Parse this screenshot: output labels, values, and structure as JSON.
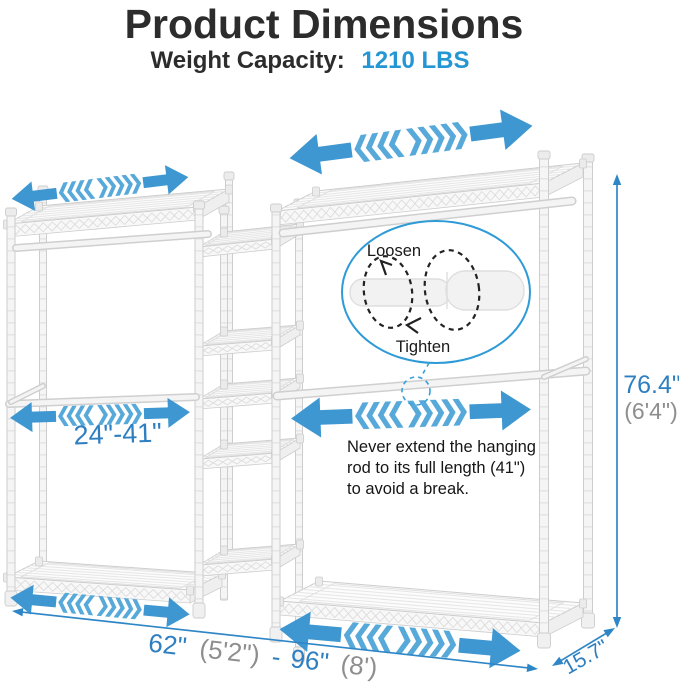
{
  "header": {
    "title": "Product Dimensions",
    "capacity_label": "Weight Capacity:",
    "capacity_value": "1210 LBS"
  },
  "callout": {
    "loosen": "Loosen",
    "tighten": "Tighten"
  },
  "note": {
    "line1": "Never extend the hanging",
    "line2": "rod to its full length (41\")",
    "line3": "to avoid a break."
  },
  "dimensions": {
    "rod_range": "24\"-41\"",
    "height": "76.4\"",
    "height_alt": "(6'4\")",
    "width_min": "62\"",
    "width_min_alt": "(5'2\")",
    "width_sep": "-",
    "width_max": "96\"",
    "width_max_alt": "(8')",
    "depth": "15.7\""
  },
  "icons": {
    "expand_arrow": "double-headed adjustable-width arrow with chevrons",
    "rotate_loops": "dashed rotation loops on telescoping rod",
    "dimension_arrow": "thin double-headed measurement arrow"
  },
  "colors": {
    "arrow": "#3e97d0",
    "chevron": "#57a9da",
    "dim_line": "#2e86c6",
    "dim_text": "#2e7fc1",
    "accent": "#2596d4",
    "title": "#2c2c2c",
    "gray_text": "#8e8e8e",
    "callout_stroke": "#2e9bd6",
    "rack_stroke": "#cdcdcd",
    "rack_fill": "#f5f5f5"
  }
}
